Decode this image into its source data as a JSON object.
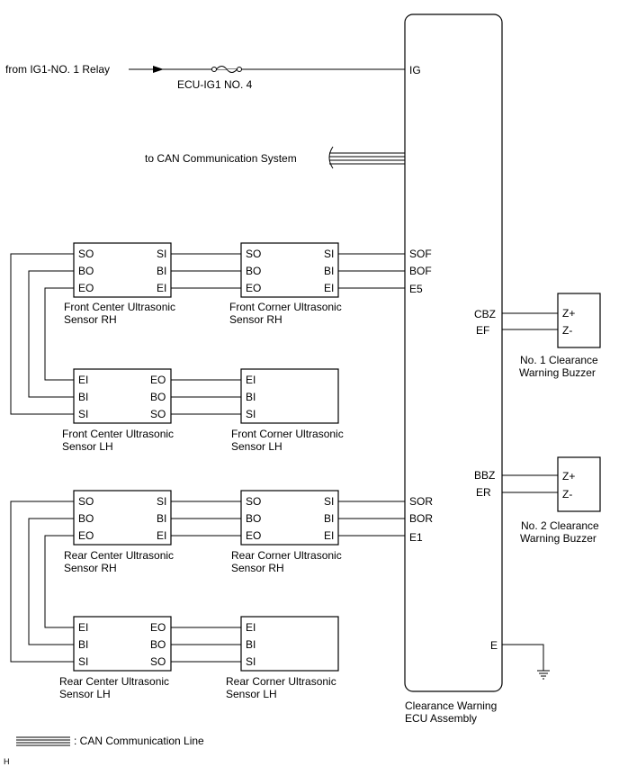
{
  "ecu": {
    "label_line1": "Clearance Warning",
    "label_line2": "ECU Assembly",
    "pin_ig": "IG",
    "pin_sof": "SOF",
    "pin_bof": "BOF",
    "pin_e5": "E5",
    "pin_sor": "SOR",
    "pin_bor": "BOR",
    "pin_e1": "E1",
    "pin_cbz": "CBZ",
    "pin_ef": "EF",
    "pin_bbz": "BBZ",
    "pin_er": "ER",
    "pin_e": "E"
  },
  "power": {
    "source_label": "from IG1-NO. 1 Relay",
    "fuse_label": "ECU-IG1 NO. 4"
  },
  "can": {
    "label": "to CAN Communication System",
    "legend": ": CAN Communication Line"
  },
  "sensors": {
    "front_center_rh": {
      "line1": "Front Center Ultrasonic",
      "line2": "Sensor RH",
      "pins_left": [
        "SO",
        "BO",
        "EO"
      ],
      "pins_right": [
        "SI",
        "BI",
        "EI"
      ]
    },
    "front_corner_rh": {
      "line1": "Front Corner Ultrasonic",
      "line2": "Sensor RH",
      "pins_left": [
        "SO",
        "BO",
        "EO"
      ],
      "pins_right": [
        "SI",
        "BI",
        "EI"
      ]
    },
    "front_center_lh": {
      "line1": "Front Center Ultrasonic",
      "line2": "Sensor LH",
      "pins_left": [
        "EI",
        "BI",
        "SI"
      ],
      "pins_right": [
        "EO",
        "BO",
        "SO"
      ]
    },
    "front_corner_lh": {
      "line1": "Front Corner Ultrasonic",
      "line2": "Sensor LH",
      "pins_left": [
        "EI",
        "BI",
        "SI"
      ]
    },
    "rear_center_rh": {
      "line1": "Rear Center Ultrasonic",
      "line2": "Sensor RH",
      "pins_left": [
        "SO",
        "BO",
        "EO"
      ],
      "pins_right": [
        "SI",
        "BI",
        "EI"
      ]
    },
    "rear_corner_rh": {
      "line1": "Rear Corner Ultrasonic",
      "line2": "Sensor RH",
      "pins_left": [
        "SO",
        "BO",
        "EO"
      ],
      "pins_right": [
        "SI",
        "BI",
        "EI"
      ]
    },
    "rear_center_lh": {
      "line1": "Rear Center Ultrasonic",
      "line2": "Sensor LH",
      "pins_left": [
        "EI",
        "BI",
        "SI"
      ],
      "pins_right": [
        "EO",
        "BO",
        "SO"
      ]
    },
    "rear_corner_lh": {
      "line1": "Rear Corner Ultrasonic",
      "line2": "Sensor LH",
      "pins_left": [
        "EI",
        "BI",
        "SI"
      ]
    }
  },
  "buzzers": {
    "no1": {
      "line1": "No. 1 Clearance",
      "line2": "Warning Buzzer",
      "pin_plus": "Z+",
      "pin_minus": "Z-"
    },
    "no2": {
      "line1": "No. 2 Clearance",
      "line2": "Warning Buzzer",
      "pin_plus": "Z+",
      "pin_minus": "Z-"
    }
  },
  "footer_mark": "H"
}
